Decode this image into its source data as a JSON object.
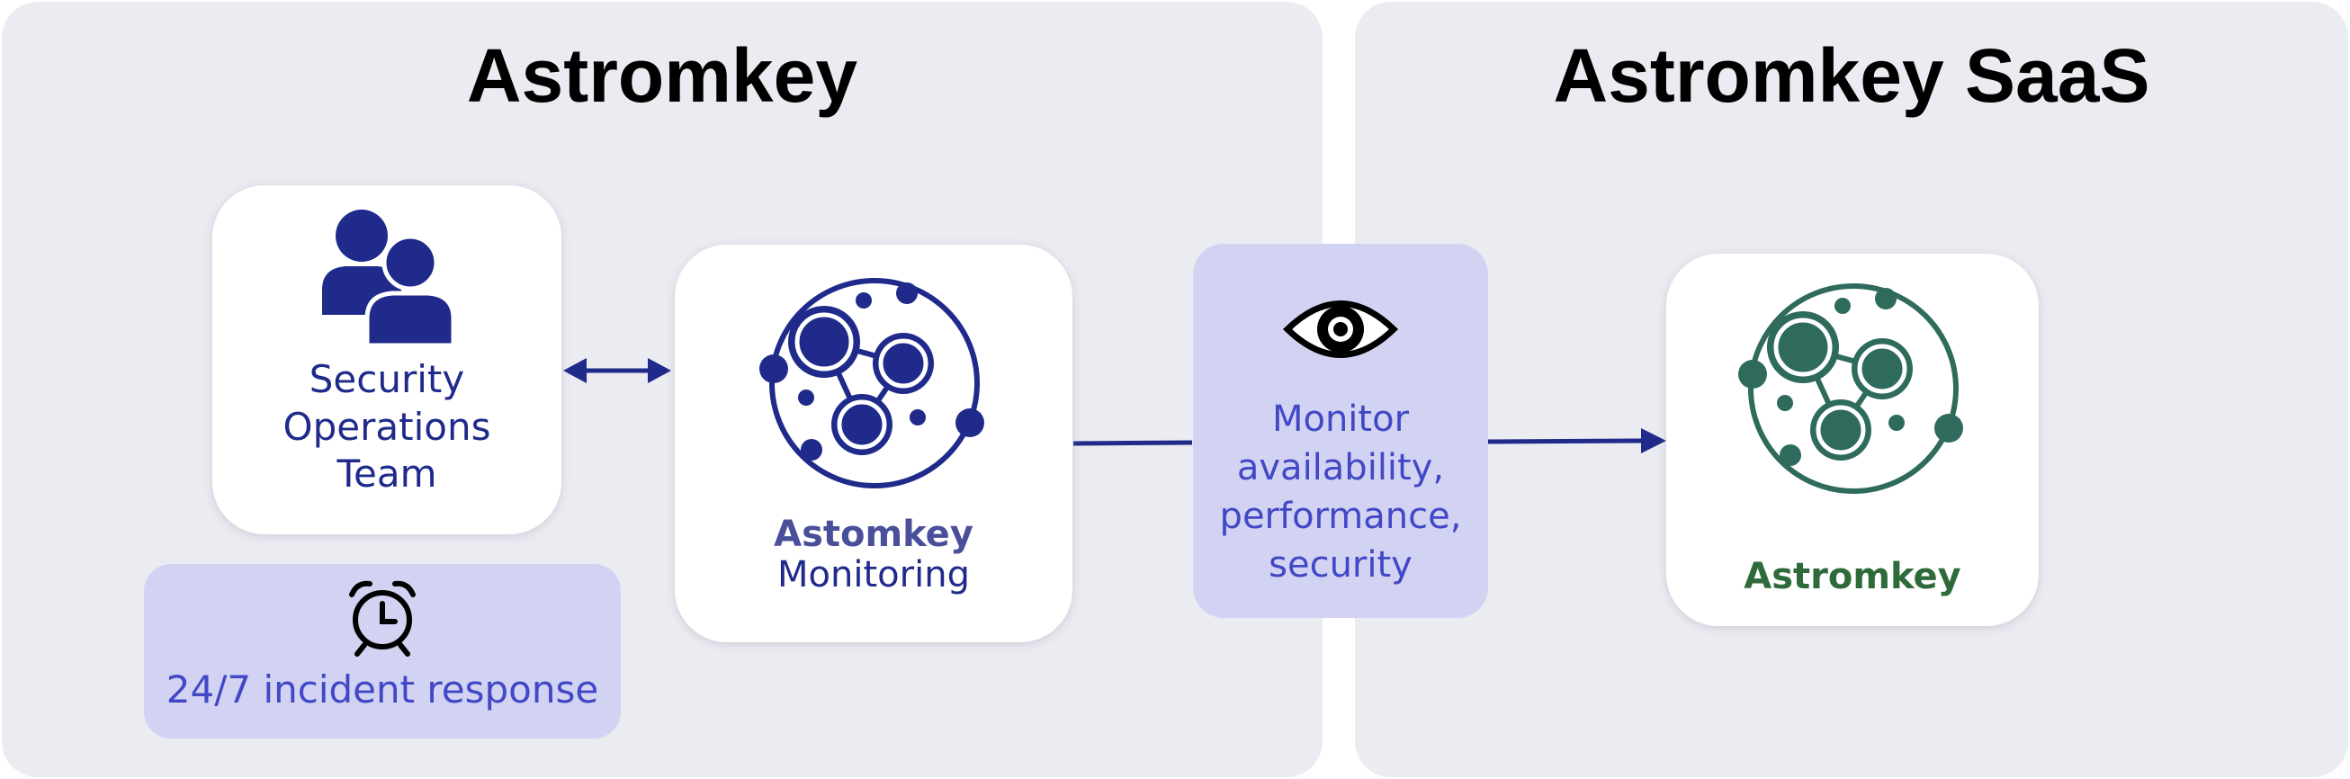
{
  "panels": {
    "left": {
      "title": "Astromkey"
    },
    "right": {
      "title": "Astromkey SaaS"
    }
  },
  "security_team": {
    "line1": "Security",
    "line2": "Operations",
    "line3": "Team",
    "icon": "people-icon"
  },
  "incident": {
    "label": "24/7 incident response",
    "icon": "alarm-clock-icon"
  },
  "monitoring": {
    "line1": "Astomkey",
    "line2": "Monitoring",
    "icon": "network-nodes-icon"
  },
  "monitor_chip": {
    "line1": "Monitor",
    "line2": "availability,",
    "line3": "performance,",
    "line4": "security",
    "icon": "eye-icon"
  },
  "saas_card": {
    "label": "Astromkey",
    "icon": "network-nodes-icon"
  },
  "colors": {
    "panel_bg": "#ebebf2",
    "chip_bg": "#d2d3f2",
    "navy": "#1f2a8a",
    "indigo_text": "#4147c6",
    "monitoring_label_top": "#4a4f9a",
    "teal": "#2e6b5c",
    "green_text": "#2f6b3a"
  }
}
